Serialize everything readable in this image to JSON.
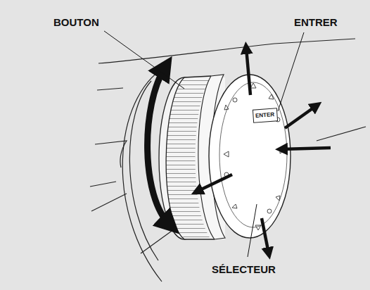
{
  "diagram": {
    "labels": [
      "BOUTON",
      "ENTRER",
      "ENTER",
      "SÉLECTEUR"
    ]
  }
}
